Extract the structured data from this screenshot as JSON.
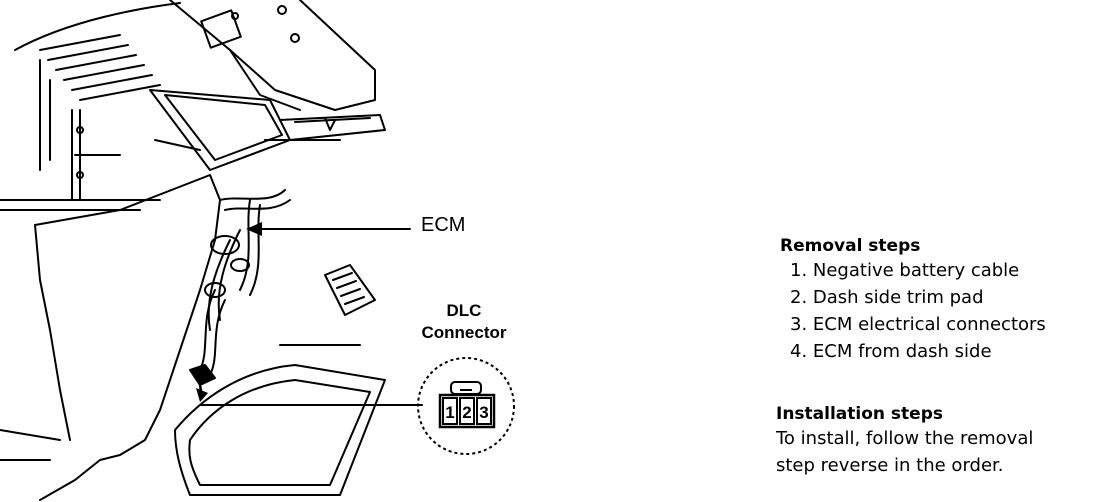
{
  "callouts": {
    "ecm": "ECM",
    "dlc_line1": "DLC",
    "dlc_line2": "Connector",
    "pins": [
      "1",
      "2",
      "3"
    ]
  },
  "removal": {
    "heading": "Removal steps",
    "steps": [
      "1. Negative battery cable",
      "2. Dash side trim pad",
      "3. ECM electrical connectors",
      "4. ECM from dash side"
    ]
  },
  "installation": {
    "heading": "Installation steps",
    "lines": [
      "To install, follow the removal",
      "step reverse in the order."
    ]
  }
}
